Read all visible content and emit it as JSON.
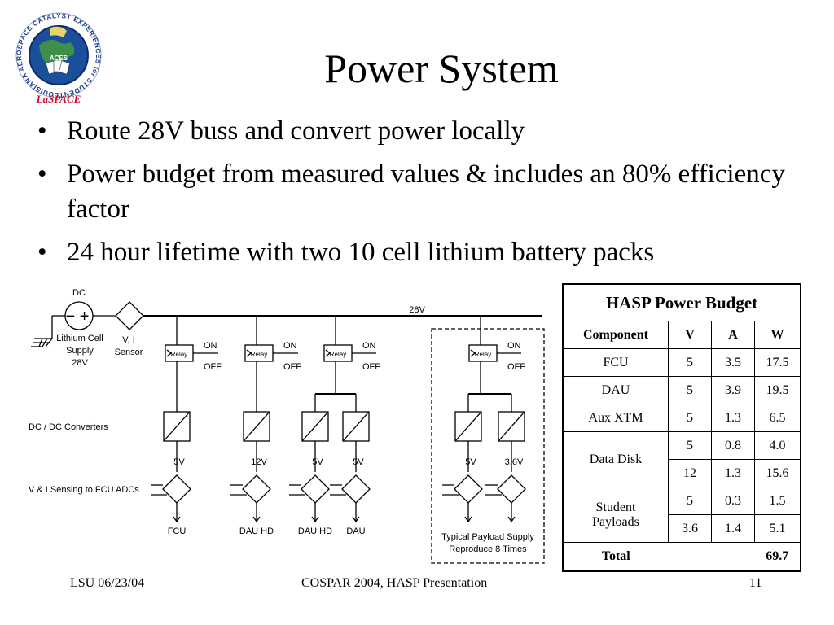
{
  "logo": {
    "ring_text": "LOUISIANA AEROSPACE CATALYST EXPERIENCES for STUDENTS",
    "wordmark": "LaSPACE",
    "inner": "ACES"
  },
  "title": "Power System",
  "bullets": [
    "Route 28V buss and convert power locally",
    "Power budget from measured values & includes an 80% efficiency factor",
    "24 hour lifetime with two 10 cell lithium battery packs"
  ],
  "diagram": {
    "dc_label": "DC",
    "bus_label": "28V",
    "battery_label": [
      "Lithium Cell",
      "Supply",
      "28V"
    ],
    "sensor_label": [
      "V, I",
      "Sensor"
    ],
    "relay_label": "Relay",
    "on_label": "ON",
    "off_label": "OFF",
    "converters_label": "DC / DC Converters",
    "sensing_label": "V & I Sensing to FCU ADCs",
    "branches": [
      {
        "voltage": "5V",
        "load": "FCU"
      },
      {
        "voltage": "12V",
        "load": "DAU HD"
      },
      {
        "voltage": "5V",
        "load": "DAU HD"
      },
      {
        "voltage": "5V",
        "load": "DAU"
      },
      {
        "voltage": "5V",
        "load": ""
      },
      {
        "voltage": "3.6V",
        "load": ""
      }
    ],
    "payload_note": [
      "Typical Payload Supply",
      "Reproduce 8 Times"
    ]
  },
  "budget": {
    "caption": "HASP Power Budget",
    "headers": [
      "Component",
      "V",
      "A",
      "W"
    ],
    "fcu": {
      "name": "FCU",
      "v": "5",
      "a": "3.5",
      "w": "17.5"
    },
    "dau": {
      "name": "DAU",
      "v": "5",
      "a": "3.9",
      "w": "19.5"
    },
    "aux": {
      "name": "Aux XTM",
      "v": "5",
      "a": "1.3",
      "w": "6.5"
    },
    "disk": {
      "name": "Data Disk",
      "r1": {
        "v": "5",
        "a": "0.8",
        "w": "4.0"
      },
      "r2": {
        "v": "12",
        "a": "1.3",
        "w": "15.6"
      }
    },
    "student": {
      "name_line1": "Student",
      "name_line2": "Payloads",
      "r1": {
        "v": "5",
        "a": "0.3",
        "w": "1.5"
      },
      "r2": {
        "v": "3.6",
        "a": "1.4",
        "w": "5.1"
      }
    },
    "total_label": "Total",
    "total_value": "69.7"
  },
  "footer": {
    "left": "LSU 06/23/04",
    "center": "COSPAR 2004, HASP Presentation",
    "right": "11"
  }
}
